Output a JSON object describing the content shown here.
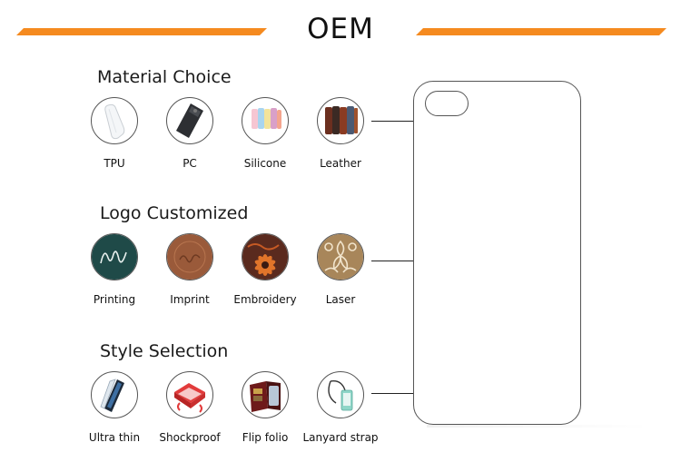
{
  "header": {
    "title": "OEM"
  },
  "colors": {
    "accent": "#f58a1f"
  },
  "sections": [
    {
      "title": "Material Choice",
      "items": [
        {
          "label": "TPU",
          "icon": "tpu-case-icon"
        },
        {
          "label": "PC",
          "icon": "pc-case-icon"
        },
        {
          "label": "Silicone",
          "icon": "silicone-cases-icon"
        },
        {
          "label": "Leather",
          "icon": "leather-cases-icon"
        }
      ]
    },
    {
      "title": "Logo Customized",
      "items": [
        {
          "label": "Printing",
          "icon": "printing-sample-icon"
        },
        {
          "label": "Imprint",
          "icon": "imprint-sample-icon"
        },
        {
          "label": "Embroidery",
          "icon": "embroidery-sample-icon"
        },
        {
          "label": "Laser",
          "icon": "laser-sample-icon"
        }
      ]
    },
    {
      "title": "Style Selection",
      "items": [
        {
          "label": "Ultra thin",
          "icon": "ultra-thin-case-icon"
        },
        {
          "label": "Shockproof",
          "icon": "shockproof-case-icon"
        },
        {
          "label": "Flip folio",
          "icon": "flip-folio-case-icon"
        },
        {
          "label": "Lanyard strap",
          "icon": "lanyard-strap-case-icon"
        }
      ]
    }
  ]
}
